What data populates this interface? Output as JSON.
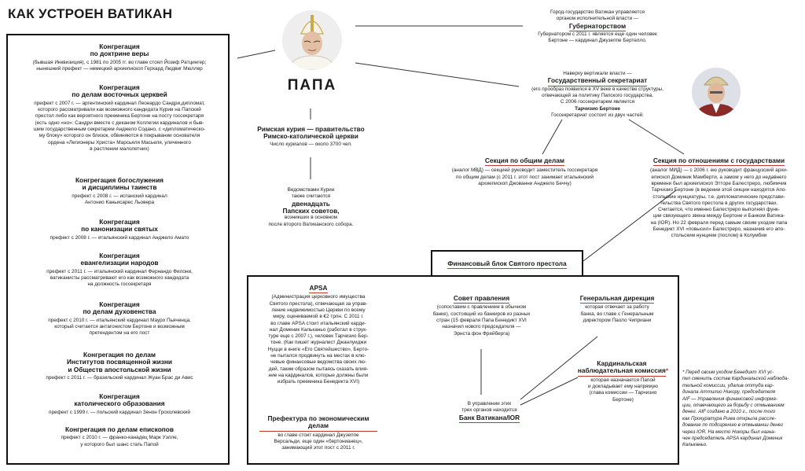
{
  "title": "КАК УСТРОЕН ВАТИКАН",
  "pope": {
    "label": "ПАПА"
  },
  "curia": {
    "title": "Римская курия — правительство\nРимско-католической церкви",
    "sub": "Число куриалов — около 3700 чел."
  },
  "councils": {
    "pre": "Ведомствами Курии\nтакже считаются",
    "title": "двенадцать\nПапских советов,",
    "post": "возникших в основном\nпосле второго Ватиканского собора."
  },
  "governorate": {
    "pre": "Город-государство Ватикан управляется\nорганом исполнительной власти —",
    "title": "Губернаторством",
    "post": "Губернатором с 2011 г. является еще один человек\nБертоне — кардинал Джузеппе Бертелло."
  },
  "secretariat": {
    "pre": "Наверху вертикали власти —",
    "title": "Государственный секретариат",
    "post": "(его прообраз появился в XV веке в качестве структуры,\nотвечающей за политику Папского государства.\nС 2006 госсекретарем является",
    "name": "Тарчизио Бертоне",
    "post2": "Госсекретариат состоит из двух частей:"
  },
  "general_section": {
    "title": "Секция по общим делам",
    "text": "(аналог МВД) — секцией руководит заместитель госсекретаря\nпо общим делам (с 2011 г. этот пост занимает итальянский\nархиепископ Джованни Анджело Беччу)"
  },
  "relations_section": {
    "title": "Секция по отношениям с государствами",
    "text": "(аналог МИД) — с 2006 г. ею руководит французский архи-\nепископ Доминик Мамберти, а замом у него до недавнего\nвремени был архиепископ Этторе Балестреро, любимчик\nТарчизио Бертоне (в ведении этой секции находятся Апо-\nстольские нунциатуры, т.е. дипломатические представи-\nтельства Святого престола в других государствах.\nСчитается, что именно Балестреро выполнял функ-\nции связующего звена между Бертоне и Банком Ватика-\nна (IOR). Но 22 февраля перед самым своим уходом папа\nБенедикт XVI «повысил» Балестреро, назначив его апо-\nстольским нунцием (послом) в Колумбии"
  },
  "congregations": [
    {
      "title": "Конгрегация\nпо доктрине веры",
      "text": "(бывшая Инквизиция), с 1981 по 2005 гг. во главе стоял Йозеф Ратцингер;\nнынешний префект — немецкий архиепископ Герхард Людвиг Мюллер"
    },
    {
      "title": "Конгрегация\nпо делам восточных церквей",
      "text": "префект с 2007 г. — аргентинский кардинал Леонардо Сандри,дипломат,\nкоторого рассматривали как возможного кандидата Курии на Папский\nпрестол либо как вероятного преемника Бертоне на посту госсекретаря\n(есть одно «но»: Сандри вместе с деканом Коллегии кардиналов и быв-\nшим государственным секретарем Анджело Содано, с «дипломатическо-\nму блоку» которого он близок, обвиняются в покрывании основателя\nордена «Легионеры Христа» Марсьяля Масьеля, уличенного\nв растлении малолетних)"
    },
    {
      "title": "Конгрегация богослужения\nи дисциплины таинств",
      "text": "префект с 2008 г. — испанский кардинал\nАнтонио Каньисарес Льовера"
    },
    {
      "title": "Конгрегация\nпо канонизации святых",
      "text": "префект с 2008 г. — итальянский кардинал Анджело Амато"
    },
    {
      "title": "Конгрегация\nевангелизации народов",
      "text": "префект с 2011 г. — итальянский кардинал Фернандо Филони,\nватиканисты рассматривают его как возможного кандидата\nна должность госсекретаря"
    },
    {
      "title": "Конгрегация\nпо делам духовенства",
      "text": "префект с 2010 г. — итальянский кардинал Мауро Пьяченца,\nкоторый считается антагонистом Бертоне и возможным\nпретендентом на его пост"
    },
    {
      "title": "Конгрегация по делам\nИнститутов посвященной жизни\nи Обществ апостольской жизни",
      "text": "префект с 2011 г. — бразильский кардинал Жуан Брас ди Авис"
    },
    {
      "title": "Конгрегация\nкатолического образования",
      "text": "префект с 1999 г. — польский кардинал Зенон Грохолевский"
    },
    {
      "title": "Конгрегация по делам епископов",
      "text": "префект с 2010 г. — франко-канадец Марк Уэлле,\nу которого был шанс стать Папой"
    }
  ],
  "finance": {
    "title": "Финансовый блок Святого престола",
    "apsa": {
      "title": "APSA",
      "text": "(Администрация церковного имущества\nСвятого престола), отвечающая за управ-\nление недвижимостью Церкви по всему\nмиру, оцениваемой в €2 трлн. С 2011 г.\nво главе APSA стоит итальянский карди-\nнал Доменик Кальканьо (работал в струк-\nтуре еще с 2007 г.), человек Тарчизио Бер-\nтоне. (Как пишет журналист Джанлуиджи\nНуцци в книге «Его Святейшество», Берто-\nне пытался продвинуть на местах в клю-\nчевые финансовые ведомства своих лю-\nдей, таким образом пытаясь сказать влия-\nние на кардиналов, которые должны были\nизбрать преемника Бенедикта XVI)"
    },
    "prefecture": {
      "title": "Префектура по экономическим делам",
      "text": "во главе стоит кардинал Джузеппе\nВерсальди, еще один «бертонианец»,\nзанимающий этот пост с 2011 г."
    },
    "board": {
      "title": "Совет правления",
      "text": "(сопоставим с правлением в обычном\nбанке), состоящий из банкиров из разных\nстран (15 февраля Папа Бенедикт XVI\nназначил нового председателя —\nЭрнста фон Фрейберга)"
    },
    "directorate": {
      "title": "Генеральная дирекция",
      "text": "которая отвечает за работу\nбанка, во главе с Генеральным\nдиректором Паоло Чиприани"
    },
    "commission": {
      "title": "Кардинальская\nнаблюдательная комиссия",
      "star": "*",
      "text": "которая назначается Папой\nи докладывает ему напрямую\n(глава комиссии — Тарчизио\nБертоне)"
    },
    "bank": {
      "pre": "В управлении этих\nтрех органов находится",
      "title": "Банк Ватикана/IOR"
    }
  },
  "footnote": "* Перед своим уходом Бенедикт XVI ус-\nпел сменить состав Кардинальской наблюда-\nтельной комиссии, удалив оттуда кар-\nдинала Аттилио Никору, председателя\nAIF — Управления финансовой информа-\nции, отвечающего за борьбу с отмыванием\nденег. AIF создано в 2010 г., после того\nкак Прокуратура Рима открыла рассле-\nдование по подозрению в отмывании денег\nчерез IOR. На место Никоры был назна-\nчен председатель APSA кардинал Доменик\nКальканьо.",
  "colors": {
    "accent": "#c0392b",
    "ink": "#111111"
  }
}
